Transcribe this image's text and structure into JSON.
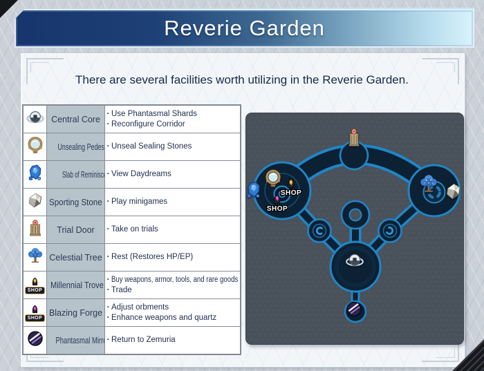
{
  "window": {
    "title": "Reverie Garden",
    "subtitle": "There are several facilities worth utilizing in the Reverie Garden."
  },
  "bullet": "·",
  "table": {
    "rows": [
      {
        "icon": "central-core-icon",
        "name": "Central Core",
        "items": [
          "Use Phantasmal Shards",
          "Reconfigure Corridor"
        ],
        "badge": ""
      },
      {
        "icon": "unsealing-pedestal-icon",
        "name": "Unsealing Pedestal",
        "items": [
          "Unseal Sealing Stones"
        ],
        "badge": ""
      },
      {
        "icon": "slab-of-reminiscence-icon",
        "name": "Slab of Reminiscence",
        "items": [
          "View Daydreams"
        ],
        "badge": ""
      },
      {
        "icon": "sporting-stone-icon",
        "name": "Sporting Stone",
        "items": [
          "Play minigames"
        ],
        "badge": ""
      },
      {
        "icon": "trial-door-icon",
        "name": "Trial Door",
        "items": [
          "Take on trials"
        ],
        "badge": ""
      },
      {
        "icon": "celestial-tree-icon",
        "name": "Celestial Tree",
        "items": [
          "Rest (Restores HP/EP)"
        ],
        "badge": ""
      },
      {
        "icon": "millennial-trove-icon",
        "name": "Millennial Trove",
        "items": [
          "Buy weapons, armor, tools, and rare goods",
          "Trade"
        ],
        "badge": "SHOP"
      },
      {
        "icon": "blazing-forge-icon",
        "name": "Blazing Forge",
        "items": [
          "Adjust orbments",
          "Enhance weapons and quartz"
        ],
        "badge": "SHOP"
      },
      {
        "icon": "phantasmal-mirror-icon",
        "name": "Phantasmal Mirror",
        "items": [
          "Return to Zemuria"
        ],
        "badge": ""
      }
    ]
  },
  "map": {
    "shop_label": "SHOP",
    "markers": [
      "trial-door",
      "unsealing-pedestal",
      "slab-of-reminiscence",
      "millennial-trove",
      "blazing-forge",
      "celestial-tree",
      "sporting-stone",
      "central-core",
      "phantasmal-mirror"
    ]
  },
  "colors": {
    "header_dark": "#17356d",
    "header_light": "#d9f3fc",
    "panel_bg": "#f2f6f9",
    "name_cell_bg": "#b7c3ca",
    "text_dark": "#22304e",
    "map_bg": "#4a525c",
    "map_path_fill": "#0c2133",
    "map_path_stroke": "#1f86c8"
  }
}
